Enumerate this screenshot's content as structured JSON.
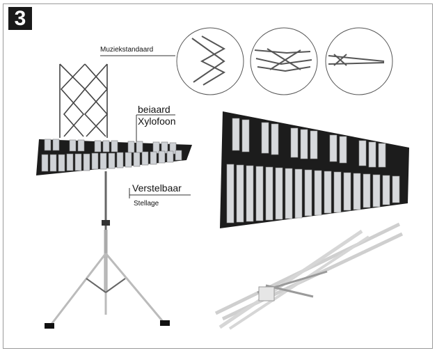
{
  "step_number": "3",
  "labels": {
    "music_stand": "Muziekstandaard",
    "carillon": "beiaard",
    "xylophone": "Xylofoon",
    "adjustable": "Verstelbaar",
    "stand": "Stellage"
  },
  "colors": {
    "frame": "#9a9a9a",
    "ink": "#111111",
    "metal": "#c9ccd0",
    "case": "#1c1c1c"
  }
}
